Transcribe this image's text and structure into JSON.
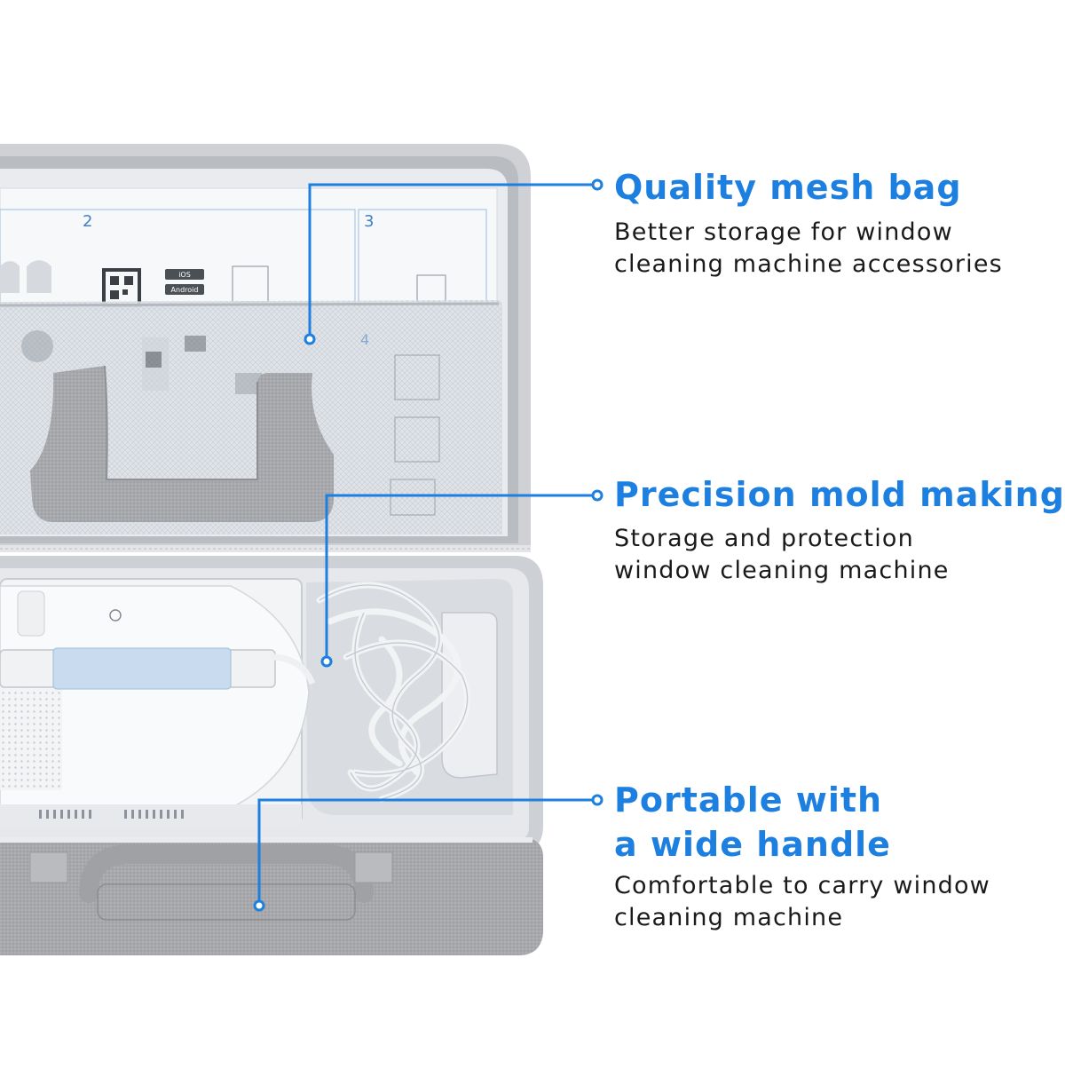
{
  "features": [
    {
      "title_lines": [
        "Quality mesh bag"
      ],
      "description_lines": [
        "Better storage for window",
        "cleaning machine accessories"
      ]
    },
    {
      "title_lines": [
        "Precision mold making"
      ],
      "description_lines": [
        "Storage and protection",
        "window cleaning machine"
      ]
    },
    {
      "title_lines": [
        "Portable with",
        "a wide handle"
      ],
      "description_lines": [
        "Comfortable to carry window",
        "cleaning machine"
      ]
    }
  ],
  "product_labels": {
    "guide_os_1": "iOS",
    "guide_os_2": "Android",
    "guide_step_2": "2",
    "guide_step_3": "3",
    "guide_step_4": "4"
  },
  "colors": {
    "accent": "#1d7fe0",
    "text": "#1a1a1a",
    "case_gray": "#c9cbcf",
    "fabric_gray": "#a9abaf",
    "mesh": "#d9dde2",
    "device_white": "#f1f2f4"
  }
}
